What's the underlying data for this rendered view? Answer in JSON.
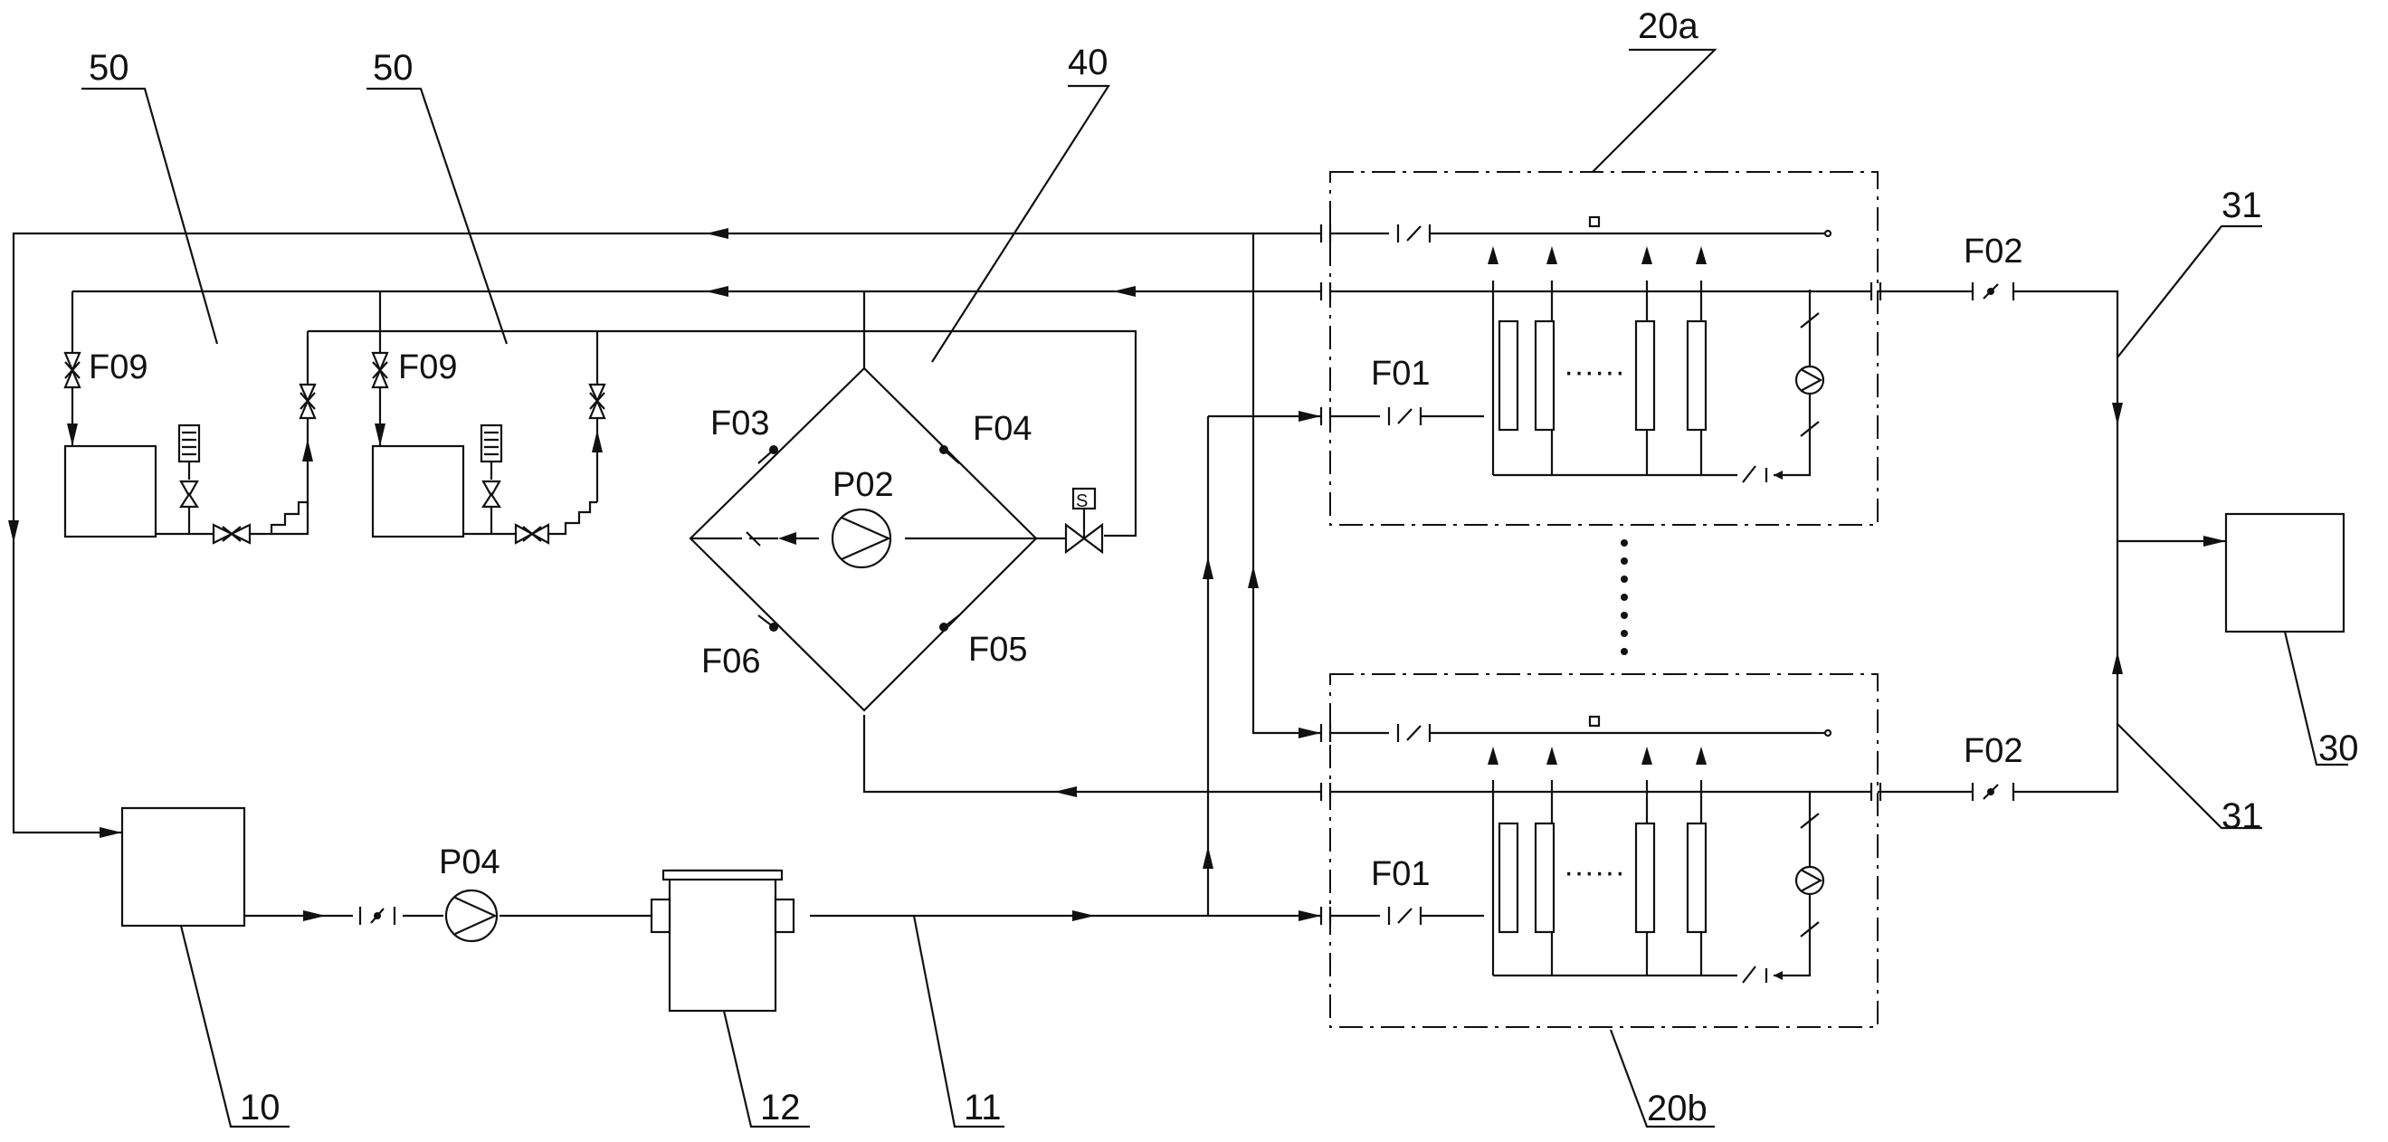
{
  "references": {
    "r50a": "50",
    "r50b": "50",
    "r40": "40",
    "r20a": "20a",
    "r20b": "20b",
    "r31a": "31",
    "r31b": "31",
    "r30": "30",
    "r10": "10",
    "r12": "12",
    "r11": "11"
  },
  "labels": {
    "f09a": "F09",
    "f09b": "F09",
    "f03": "F03",
    "f04": "F04",
    "f05": "F05",
    "f06": "F06",
    "p02": "P02",
    "p04": "P04",
    "f01a": "F01",
    "f01b": "F01",
    "f02a": "F02",
    "f02b": "F02",
    "sensor": "S",
    "ellipsis_a": "······",
    "ellipsis_b": "······"
  },
  "colors": {
    "line": "#111111",
    "background": "#ffffff"
  }
}
